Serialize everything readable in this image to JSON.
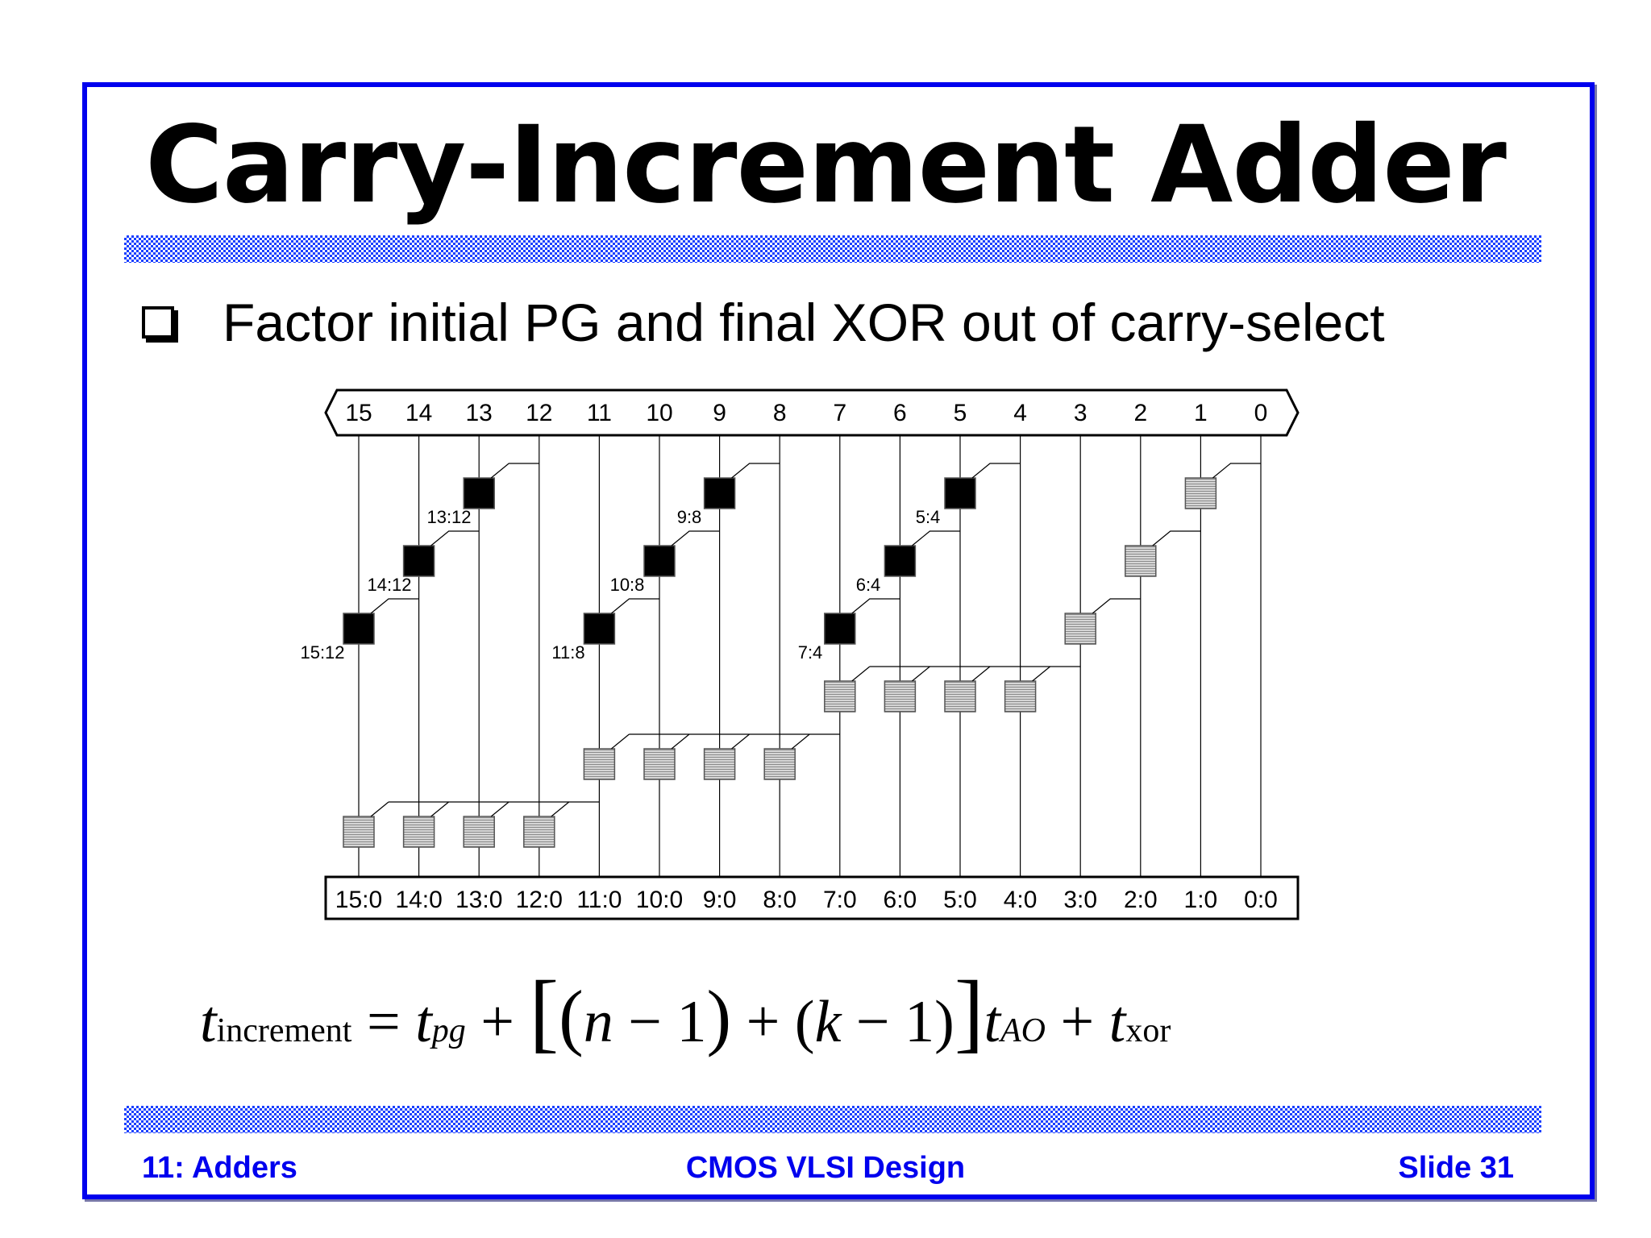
{
  "slide": {
    "title": "Carry-Increment Adder",
    "bullet": "Factor initial PG and final XOR out of carry-select"
  },
  "diagram": {
    "input_bits": [
      "15",
      "14",
      "13",
      "12",
      "11",
      "10",
      "9",
      "8",
      "7",
      "6",
      "5",
      "4",
      "3",
      "2",
      "1",
      "0"
    ],
    "output_labels": [
      "15:0",
      "14:0",
      "13:0",
      "12:0",
      "11:0",
      "10:0",
      "9:0",
      "8:0",
      "7:0",
      "6:0",
      "5:0",
      "4:0",
      "3:0",
      "2:0",
      "1:0",
      "0:0"
    ],
    "group_labels": [
      "13:12",
      "14:12",
      "15:12",
      "9:8",
      "10:8",
      "11:8",
      "5:4",
      "6:4",
      "7:4"
    ]
  },
  "formula": {
    "t": "t",
    "sub_increment": "increment",
    "eq": " = ",
    "sub_pg": "pg",
    "plus": " + ",
    "lbracket": "[",
    "lparen": "(",
    "n": "n",
    "minus1": " − 1",
    "rparen": ")",
    "plus2": " + (",
    "k": "k",
    "minus2": " − 1)",
    "rbracket": "]",
    "sub_ao": "AO",
    "plus3": " + ",
    "sub_xor": "xor"
  },
  "footer": {
    "left": "11: Adders",
    "center": "CMOS VLSI Design",
    "right": "Slide 31"
  },
  "colors": {
    "frame": "#0000ee",
    "footer_text": "#0000ee",
    "black_cell": "#000000",
    "gray_cell": "#c8c8c8"
  }
}
